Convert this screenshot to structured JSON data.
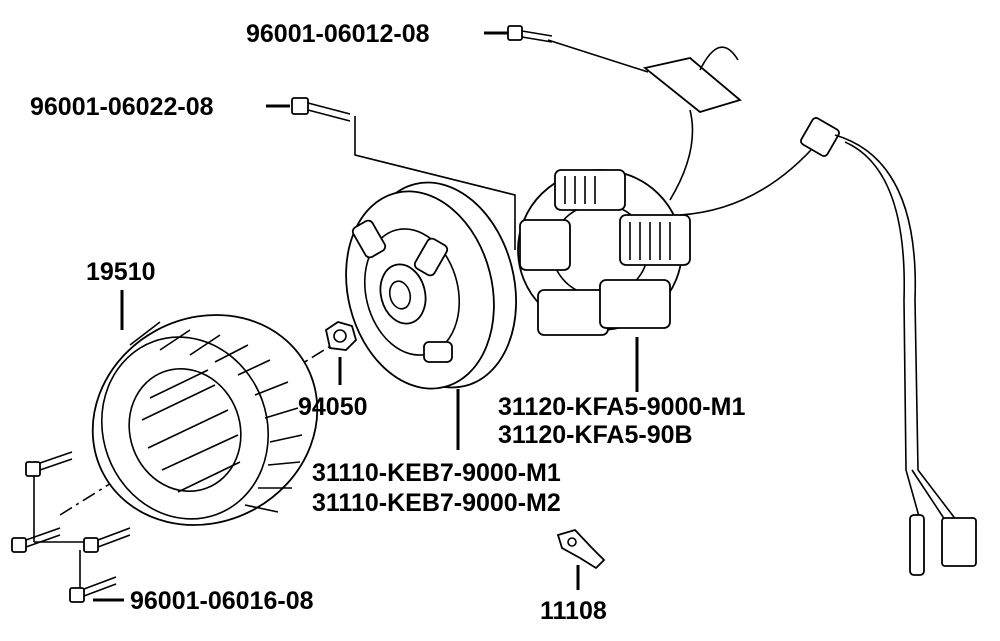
{
  "diagram": {
    "labels": {
      "bolt_top": "96001-06012-08",
      "bolt_upper": "96001-06022-08",
      "fan": "19510",
      "nut": "94050",
      "stator_1": "31120-KFA5-9000-M1",
      "stator_2": "31120-KFA5-90B",
      "flywheel_1": "31110-KEB7-9000-M1",
      "flywheel_2": "31110-KEB7-9000-M2",
      "bolt_lower": "96001-06016-08",
      "bracket": "11108"
    }
  }
}
